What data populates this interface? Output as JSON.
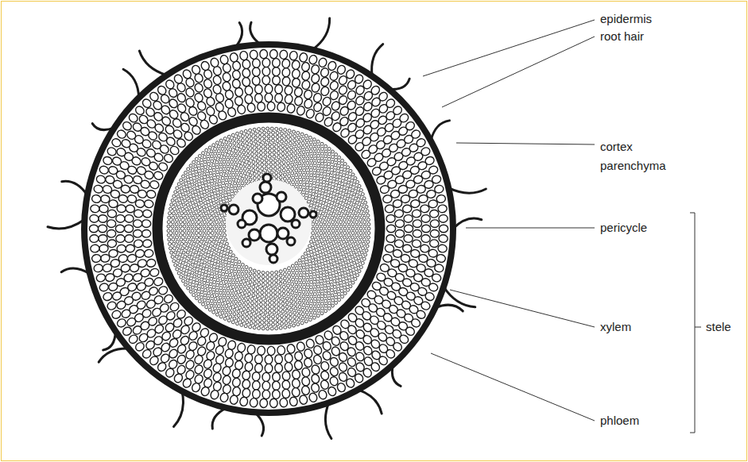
{
  "diagram": {
    "labels": [
      "epidermis",
      "root hair",
      "cortex parenchyma",
      "pericycle",
      "xylem",
      "phloem",
      "stele"
    ]
  }
}
